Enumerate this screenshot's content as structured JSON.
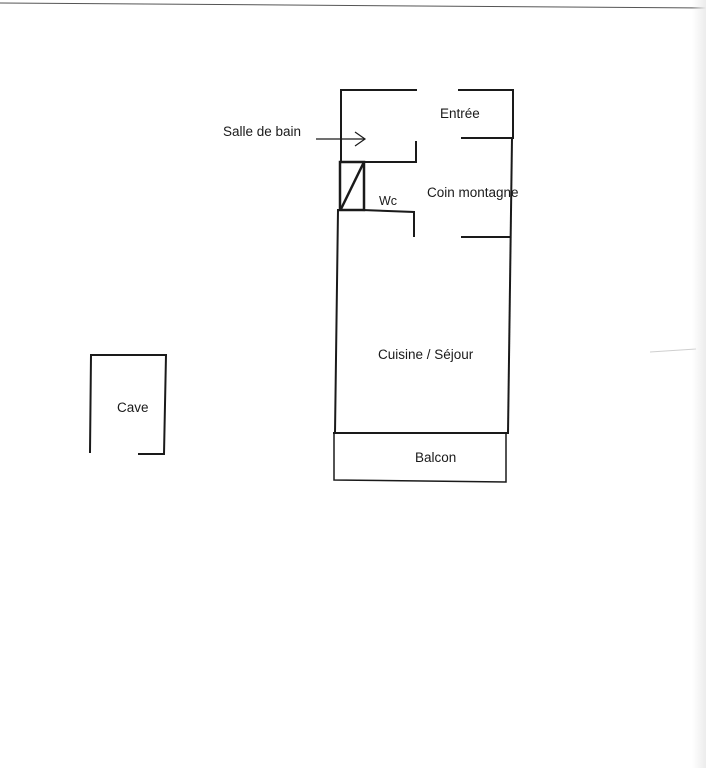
{
  "plan": {
    "rooms": {
      "bathroom": "Salle de bain",
      "entrance": "Entrée",
      "mountain_corner": "Coin montagne",
      "wc": "Wc",
      "kitchen_living": "Cuisine / Séjour",
      "balcony": "Balcon",
      "cellar": "Cave"
    },
    "colors": {
      "line": "#1a1a1a",
      "background": "#ffffff"
    }
  }
}
